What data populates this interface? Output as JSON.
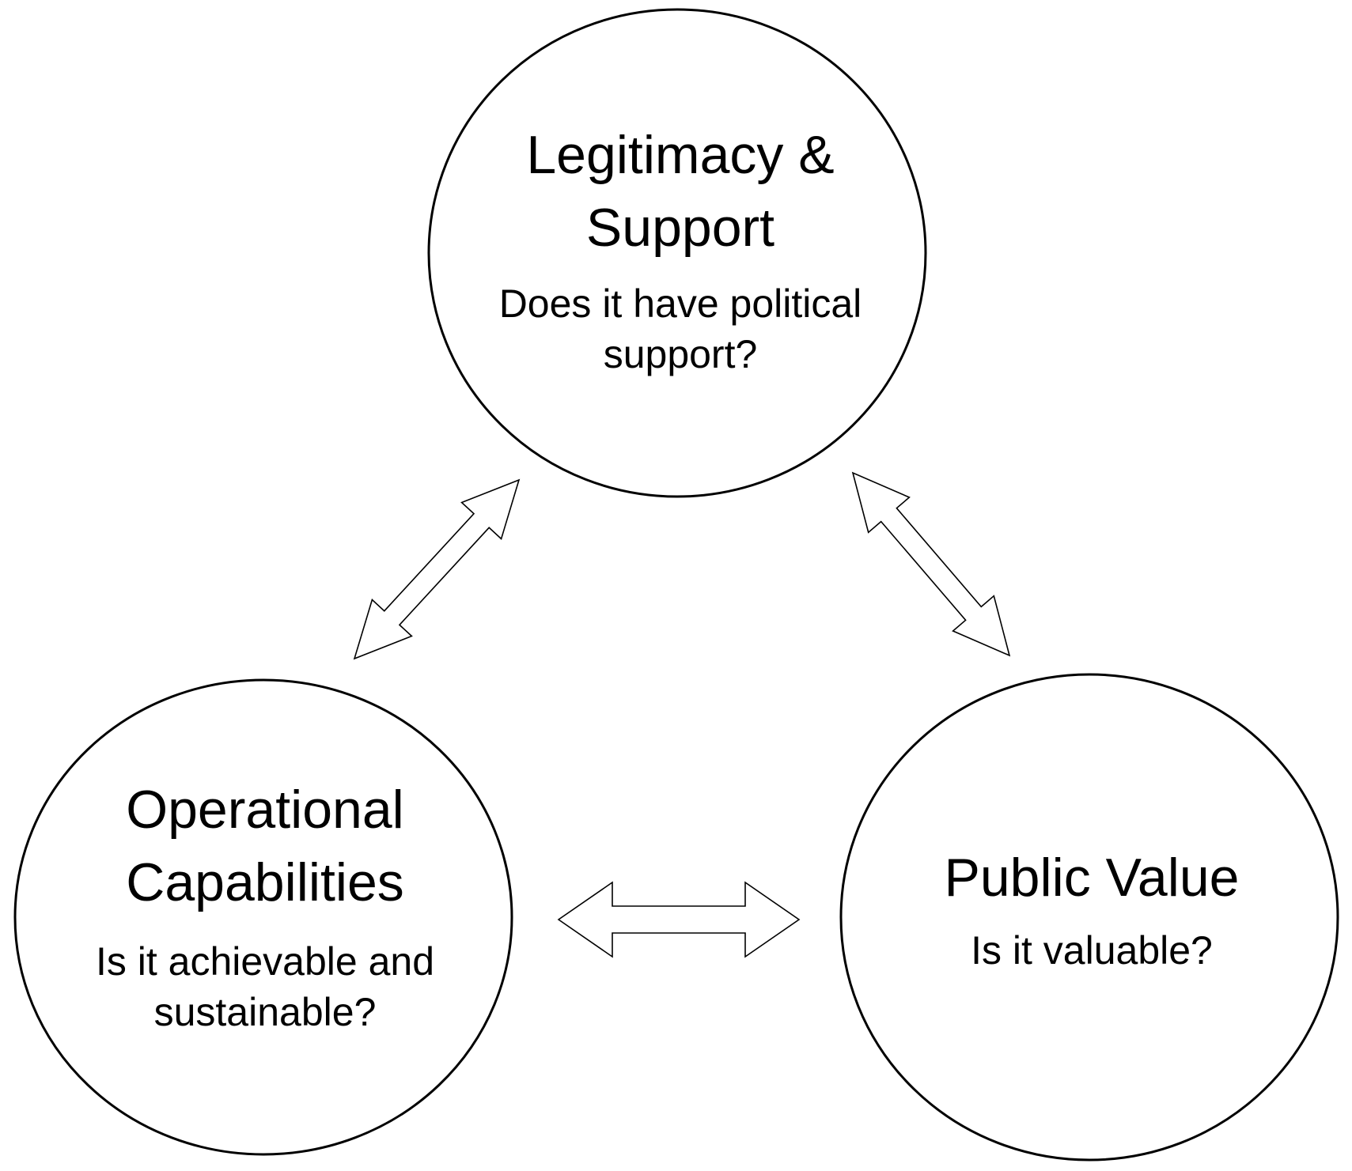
{
  "diagram": {
    "nodes": {
      "top": {
        "title_line1": "Legitimacy &",
        "title_line2": "Support",
        "question_line1": "Does it have political",
        "question_line2": "support?"
      },
      "left": {
        "title_line1": "Operational",
        "title_line2": "Capabilities",
        "question_line1": "Is it achievable and",
        "question_line2": "sustainable?"
      },
      "right": {
        "title": "Public Value",
        "question": "Is it valuable?"
      }
    },
    "connections": [
      {
        "from": "top",
        "to": "left",
        "type": "double-headed-arrow"
      },
      {
        "from": "top",
        "to": "right",
        "type": "double-headed-arrow"
      },
      {
        "from": "left",
        "to": "right",
        "type": "double-headed-arrow"
      }
    ],
    "colors": {
      "stroke": "#000000",
      "fill": "#ffffff"
    }
  }
}
